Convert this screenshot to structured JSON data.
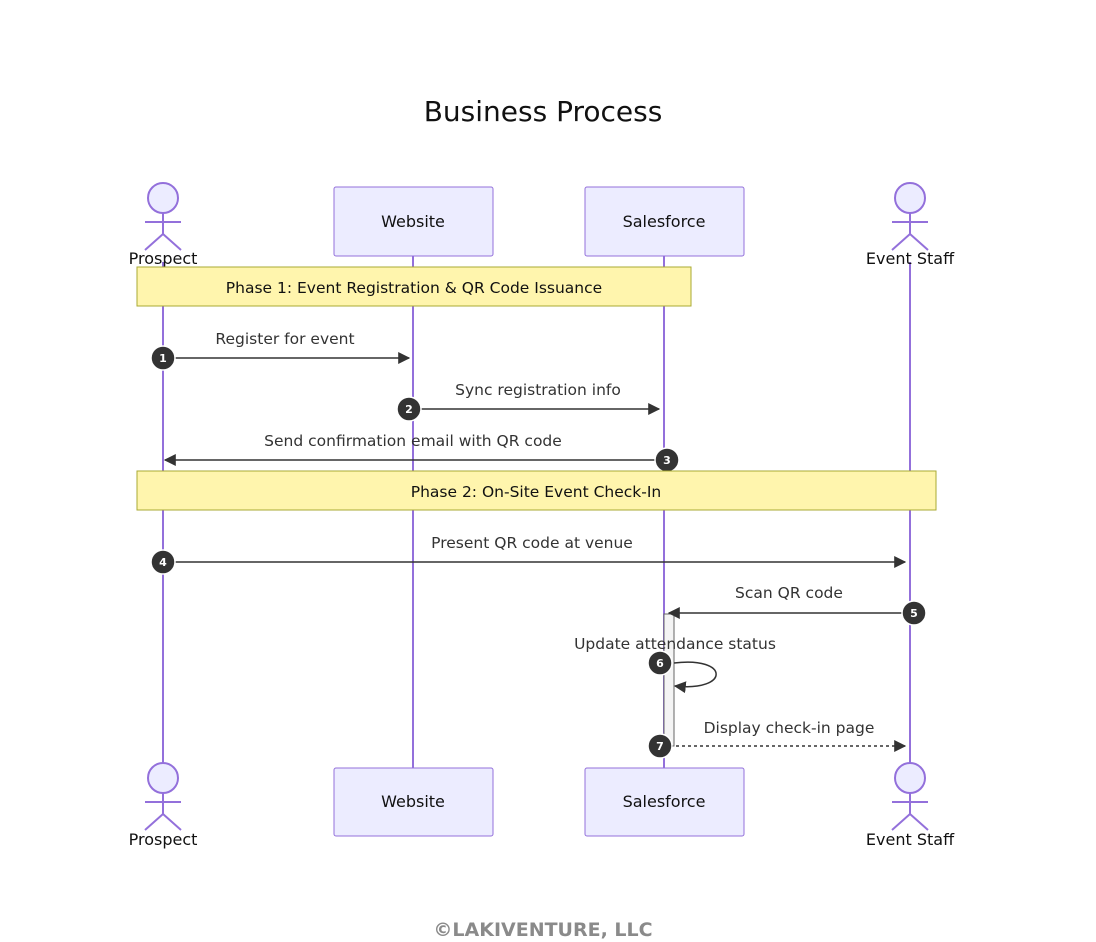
{
  "title": "Business Process",
  "participants": {
    "prospect": "Prospect",
    "website": "Website",
    "salesforce": "Salesforce",
    "event_staff": "Event Staff"
  },
  "notes": {
    "phase1": "Phase 1: Event Registration & QR Code Issuance",
    "phase2": "Phase 2: On-Site Event Check-In"
  },
  "messages": [
    {
      "n": "1",
      "text": "Register for event"
    },
    {
      "n": "2",
      "text": "Sync registration info"
    },
    {
      "n": "3",
      "text": "Send confirmation email with QR code"
    },
    {
      "n": "4",
      "text": "Present QR code at venue"
    },
    {
      "n": "5",
      "text": "Scan QR code"
    },
    {
      "n": "6",
      "text": "Update attendance status"
    },
    {
      "n": "7",
      "text": "Display check-in page"
    }
  ],
  "footer": "©LAKIVENTURE, LLC",
  "colors": {
    "lifeline": "#9370DB",
    "box_fill": "#ECECFF",
    "note_fill": "#FFF5AD",
    "note_border": "#AAAA33",
    "arrow": "#333333"
  }
}
